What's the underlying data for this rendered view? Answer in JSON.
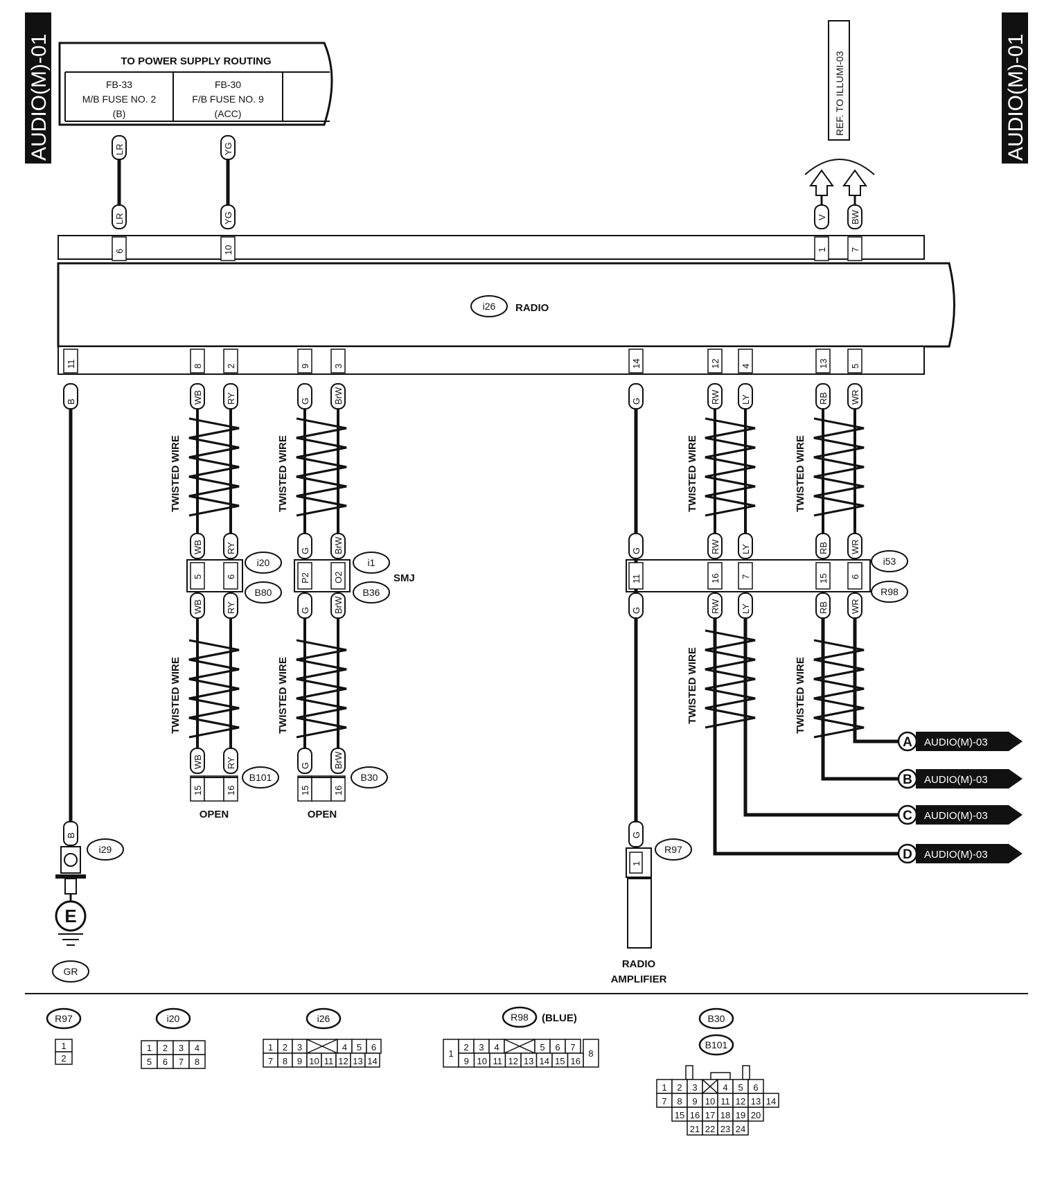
{
  "page_tag": "AUDIO(M)-01",
  "power": {
    "header": "TO POWER SUPPLY ROUTING",
    "cells": [
      {
        "l1": "FB-33",
        "l2": "M/B FUSE NO. 2",
        "l3": "(B)"
      },
      {
        "l1": "FB-30",
        "l2": "F/B FUSE NO. 9",
        "l3": "(ACC)"
      }
    ]
  },
  "ref_illumi": "REF. TO ILLUMI-03",
  "radio": {
    "id": "i26",
    "label": "RADIO"
  },
  "top_wires": [
    {
      "color": "LR",
      "pin": "6"
    },
    {
      "color": "YG",
      "pin": "10"
    },
    {
      "color": "V",
      "pin": "1"
    },
    {
      "color": "BW",
      "pin": "7"
    }
  ],
  "bottom_pins": [
    {
      "pin": "11",
      "color": "B"
    },
    {
      "pin": "8",
      "color": "WB"
    },
    {
      "pin": "2",
      "color": "RY"
    },
    {
      "pin": "9",
      "color": "G"
    },
    {
      "pin": "3",
      "color": "BrW"
    },
    {
      "pin": "14",
      "color": "G"
    },
    {
      "pin": "12",
      "color": "RW"
    },
    {
      "pin": "4",
      "color": "LY"
    },
    {
      "pin": "13",
      "color": "RB"
    },
    {
      "pin": "5",
      "color": "WR"
    }
  ],
  "twisted_label": "TWISTED WIRE",
  "connectors": {
    "i20": "i20",
    "b80": "B80",
    "i1": "i1",
    "b36": "B36",
    "smj": "SMJ",
    "i53": "i53",
    "r98": "R98",
    "b101": "B101",
    "b30": "B30",
    "i29": "i29",
    "r97": "R97",
    "gr": "GR",
    "e": "E"
  },
  "mid_pins": {
    "b80_left": "5",
    "b80_right": "6",
    "b36_left": "P2",
    "b36_right": "O2",
    "r98": [
      "11",
      "16",
      "7",
      "15",
      "6"
    ]
  },
  "end_pins": {
    "b101": [
      "15",
      "16"
    ],
    "b30": [
      "15",
      "16"
    ]
  },
  "open_label": "OPEN",
  "amp": {
    "pin": "1",
    "color": "G",
    "label1": "RADIO",
    "label2": "AMPLIFIER"
  },
  "ground_color": "B",
  "outputs": [
    {
      "letter": "A",
      "ref": "AUDIO(M)-03"
    },
    {
      "letter": "B",
      "ref": "AUDIO(M)-03"
    },
    {
      "letter": "C",
      "ref": "AUDIO(M)-03"
    },
    {
      "letter": "D",
      "ref": "AUDIO(M)-03"
    }
  ],
  "legend": {
    "r97": "R97",
    "i20": "i20",
    "i26": "i26",
    "r98": "R98",
    "blue": "(BLUE)",
    "b30": "B30",
    "b101": "B101",
    "r97_pins": [
      "1",
      "2"
    ],
    "i20_pins": [
      "1",
      "2",
      "3",
      "4",
      "5",
      "6",
      "7",
      "8"
    ],
    "i26_row1": [
      "1",
      "2",
      "3",
      "4",
      "5",
      "6"
    ],
    "i26_row2": [
      "7",
      "8",
      "9",
      "10",
      "11",
      "12",
      "13",
      "14"
    ],
    "r98_row1": [
      "2",
      "3",
      "4",
      "5",
      "6",
      "7"
    ],
    "r98_row2": [
      "9",
      "10",
      "11",
      "12",
      "13",
      "14",
      "15",
      "16"
    ],
    "r98_ends": [
      "1",
      "8"
    ],
    "b30_row1": [
      "1",
      "2",
      "3",
      "4",
      "5",
      "6"
    ],
    "b30_row2": [
      "7",
      "8",
      "9",
      "10",
      "11",
      "12",
      "13",
      "14"
    ],
    "b30_row3": [
      "15",
      "16",
      "17",
      "18",
      "19",
      "20"
    ],
    "b30_row4": [
      "21",
      "22",
      "23",
      "24"
    ]
  }
}
